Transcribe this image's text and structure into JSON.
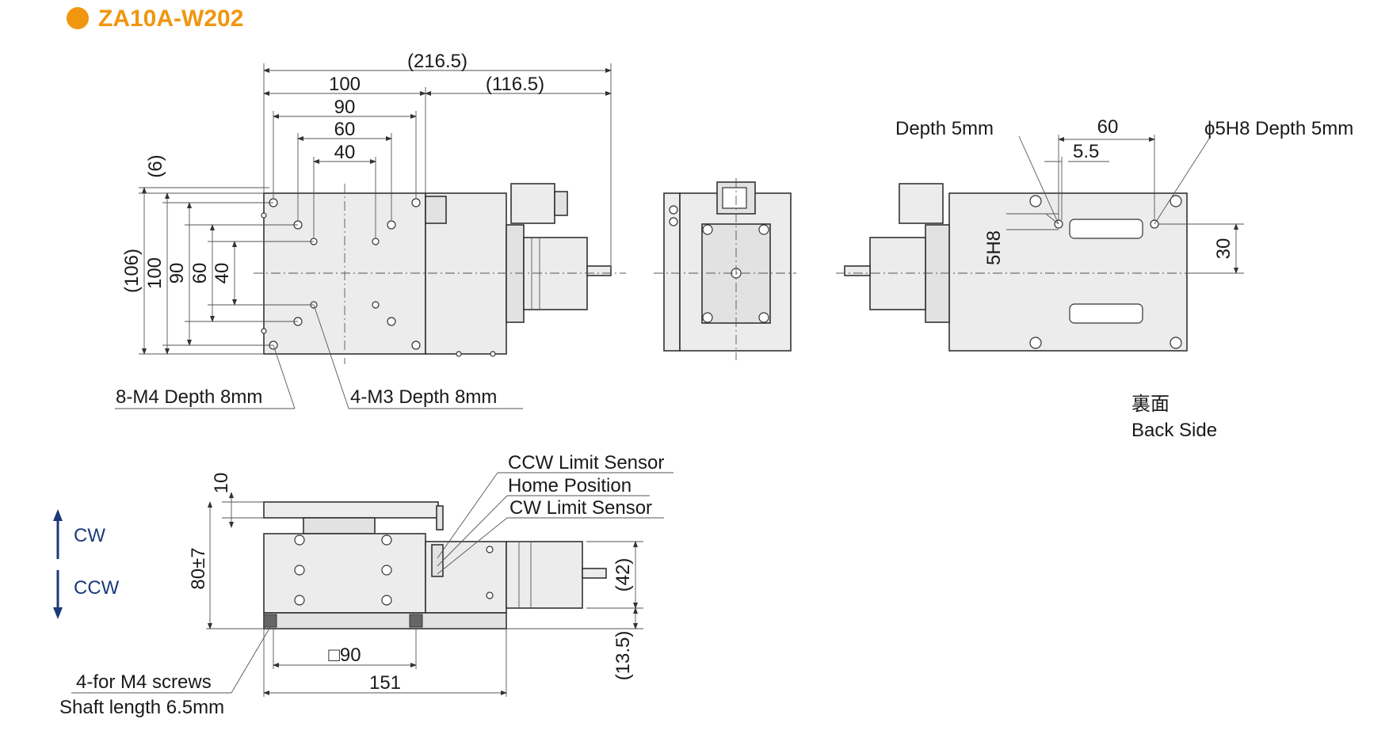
{
  "title": "ZA10A-W202",
  "accent_color": "#f0960f",
  "arrow_color": "#1c3a78",
  "top_view": {
    "dims_horizontal": [
      "(216.5)",
      "100",
      "(116.5)",
      "90",
      "60",
      "40"
    ],
    "dims_vertical": [
      "(6)",
      "(106)",
      "100",
      "90",
      "60",
      "40"
    ],
    "callouts": [
      "8-M4 Depth 8mm",
      "4-M3 Depth 8mm"
    ]
  },
  "back_view": {
    "labels": [
      "Depth 5mm",
      "60",
      "ϕ5H8 Depth 5mm",
      "5.5",
      "5H8",
      "30"
    ],
    "caption_jp": "裏面",
    "caption_en": "Back Side"
  },
  "front_view": {
    "sensor_labels": [
      "CCW Limit Sensor",
      "Home Position",
      "CW Limit Sensor"
    ],
    "dims": [
      "10",
      "80±7",
      "(42)",
      "(13.5)",
      "□90",
      "151"
    ],
    "callout_line1": "4-for M4 screws",
    "callout_line2": "Shaft length 6.5mm",
    "direction_up": "CW",
    "direction_down": "CCW"
  }
}
